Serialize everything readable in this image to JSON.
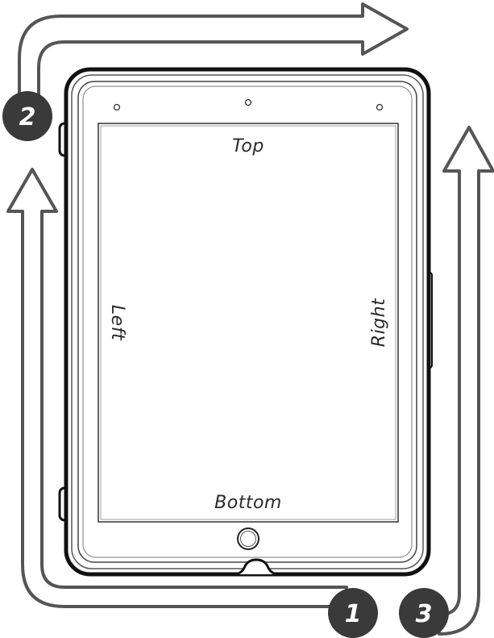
{
  "labels": {
    "top": "Top",
    "bottom": "Bottom",
    "left": "Left",
    "right": "Right"
  },
  "steps": [
    "1",
    "2",
    "3"
  ],
  "colors": {
    "arrow_fill": "#ffffff",
    "arrow_stroke": "#555555",
    "badge": "#3a3a3a",
    "case_outline": "#111111",
    "device_line": "#444444"
  }
}
